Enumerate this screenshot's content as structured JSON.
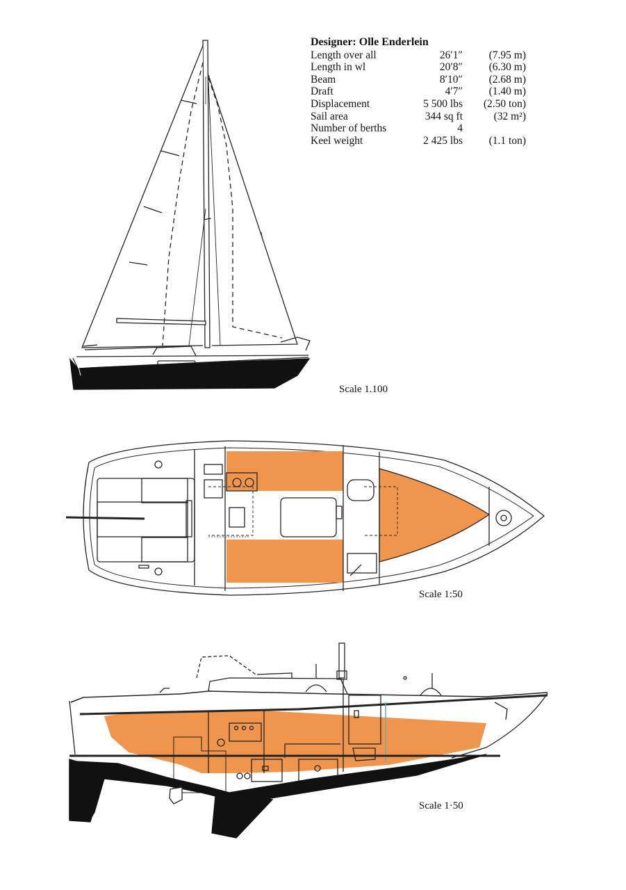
{
  "specs": {
    "designer": "Designer: Olle Enderlein",
    "rows": [
      {
        "label": "Length over all",
        "imperial": "26′1″",
        "metric": "(7.95 m)"
      },
      {
        "label": "Length in wl",
        "imperial": "20′8″",
        "metric": "(6.30 m)"
      },
      {
        "label": "Beam",
        "imperial": "8′10″",
        "metric": "(2.68 m)"
      },
      {
        "label": "Draft",
        "imperial": "4′7″",
        "metric": "(1.40 m)"
      },
      {
        "label": "Displacement",
        "imperial": "5 500 lbs",
        "metric": "(2.50 ton)"
      },
      {
        "label": "Sail area",
        "imperial": "344 sq ft",
        "metric": "(32 m²)"
      },
      {
        "label": "Number of berths",
        "imperial": "4",
        "metric": ""
      },
      {
        "label": "Keel weight",
        "imperial": "2 425 lbs",
        "metric": "(1.1 ton)"
      }
    ]
  },
  "scales": {
    "sail_plan": "Scale 1.100",
    "deck_plan": "Scale 1:50",
    "section": "Scale 1·50"
  },
  "colors": {
    "accommodation": "#f0954e",
    "hull": "#111111",
    "line": "#222222"
  }
}
